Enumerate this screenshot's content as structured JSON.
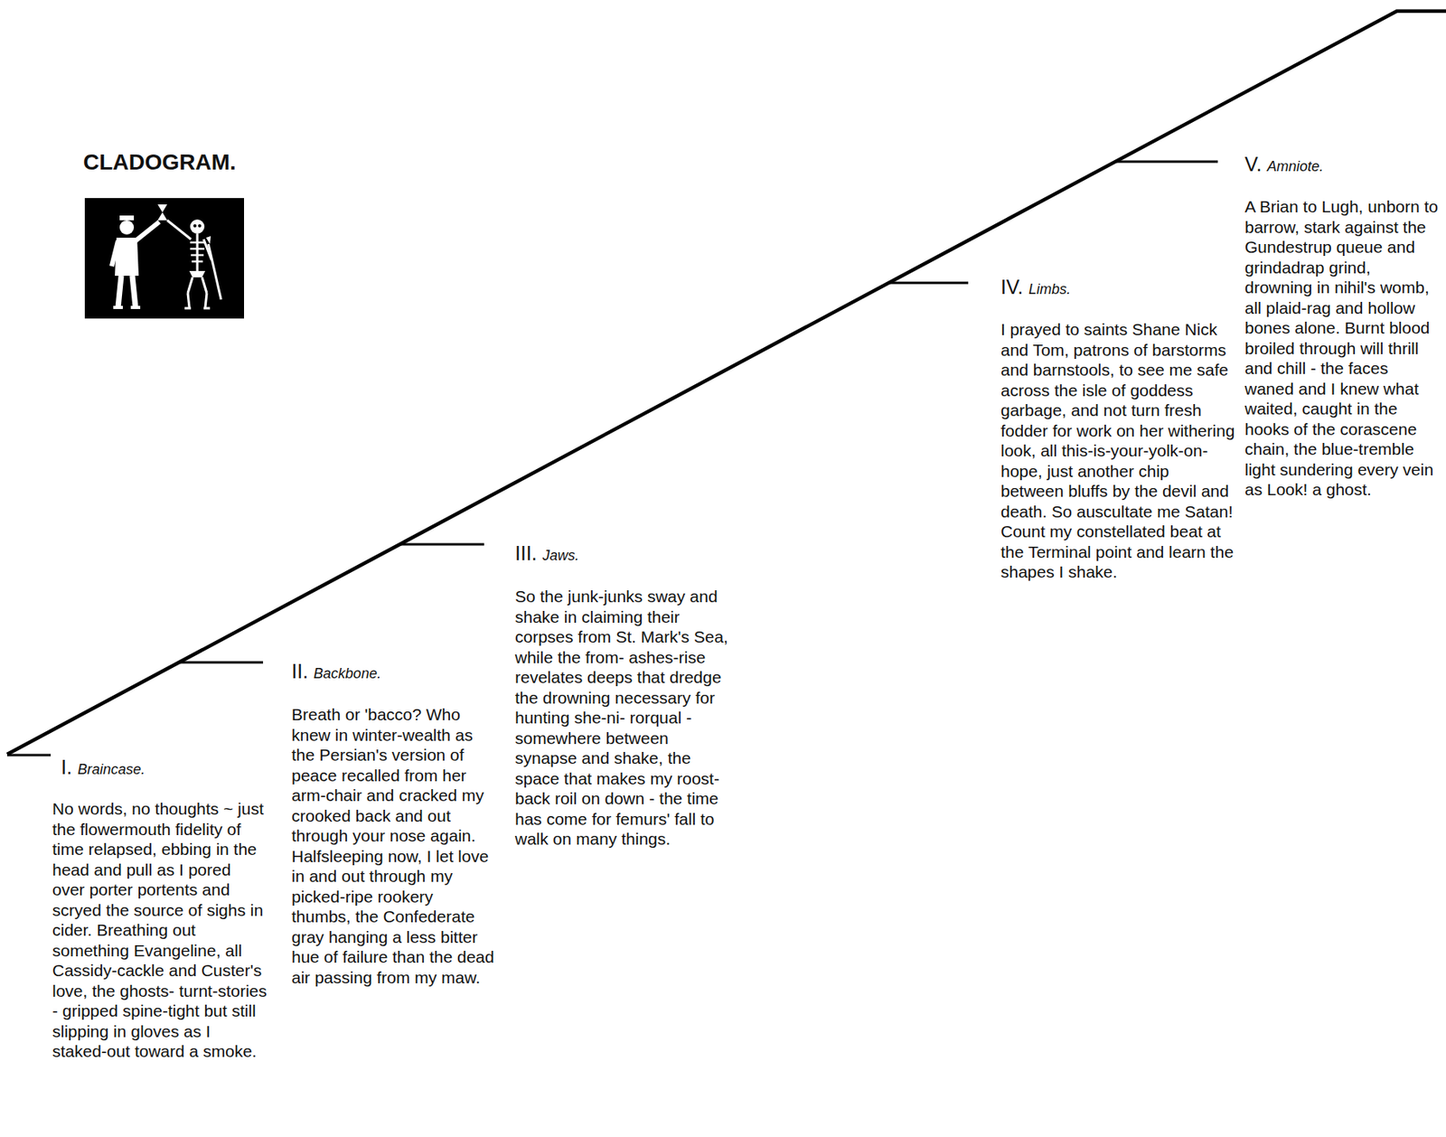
{
  "diagram": {
    "title": "CLADOGRAM.",
    "labels": [
      "I.",
      "Braincase.",
      "No words, no thoughts ~ just the flowermouth fidelity of time relapsed, ebbing in the head and pull as I pored over porter portents and scryed the source of sighs in cider. Breathing out something Evangeline, all Cassidy-cackle and Custer's love, the ghosts- turnt-stories - gripped spine-tight but still slipping in gloves as I staked-out toward a smoke.",
      "II.",
      "Backbone.",
      "Breath or 'bacco? Who knew in winter-wealth as the Persian's version of peace recalled from her arm-chair and cracked my crooked back and out through your nose again. Halfsleeping now, I let love in and out through my picked-ripe rookery thumbs, the Confederate gray hanging a less bitter hue of failure than the dead air passing from my maw.",
      "III.",
      "Jaws.",
      "So the junk-junks sway and shake in claiming their corpses from St. Mark's Sea, while the from- ashes-rise revelates deeps that dredge the drowning necessary for hunting she-ni- rorqual - somewhere between synapse and shake, the space that makes my roost-back roil on down - the time has come for femurs' fall to walk on many things.",
      "IV.",
      "Limbs.",
      "I prayed to saints Shane Nick and Tom, patrons of barstorms and barnstools, to see me safe across the isle of goddess garbage, and not turn fresh fodder for work on her withering look, all this-is-your-yolk-on- hope, just another chip between bluffs by the devil and death. So auscultate me Satan! Count my constellated beat at the Terminal point and learn the shapes I shake.",
      "V.",
      "Amniote.",
      "A Brian to Lugh, unborn to barrow, stark against the Gundestrup queue and grindadrap grind, drowning in nihil's womb, all plaid-rag and hollow bones alone. Burnt blood broiled through will thrill and chill - the faces waned and I knew what waited, caught in the hooks of the corascene chain, the blue-tremble light sundering every vein as Look! a ghost."
    ]
  }
}
